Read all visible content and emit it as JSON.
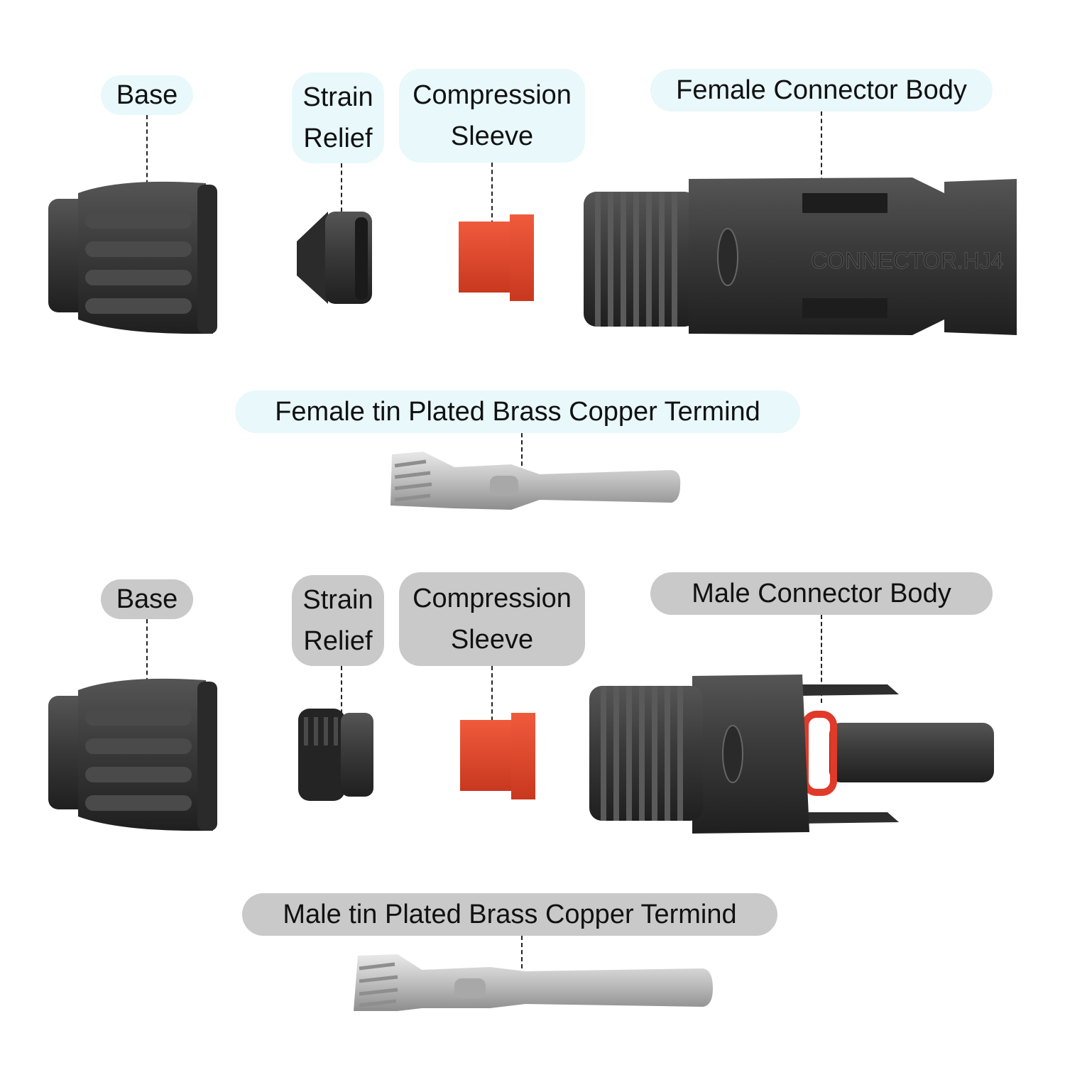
{
  "colors": {
    "female_label_bg": "#e8f8fb",
    "male_label_bg": "#c9c9c9",
    "plastic": "#3a3a3a",
    "sleeve": "#e4472c",
    "metal": "#c9c9c9",
    "oring": "#e03a2a"
  },
  "female": {
    "base": "Base",
    "strain_relief": [
      "Strain",
      "Relief"
    ],
    "compression_sleeve": [
      "Compression",
      "Sleeve"
    ],
    "body": "Female Connector Body",
    "body_marking": "CONNECTOR.HJ4",
    "terminal": "Female  tin Plated Brass Copper Termind"
  },
  "male": {
    "base": "Base",
    "strain_relief": [
      "Strain",
      "Relief"
    ],
    "compression_sleeve": [
      "Compression",
      "Sleeve"
    ],
    "body": "Male Connector Body",
    "terminal": "Male  tin Plated Brass Copper Termind"
  }
}
